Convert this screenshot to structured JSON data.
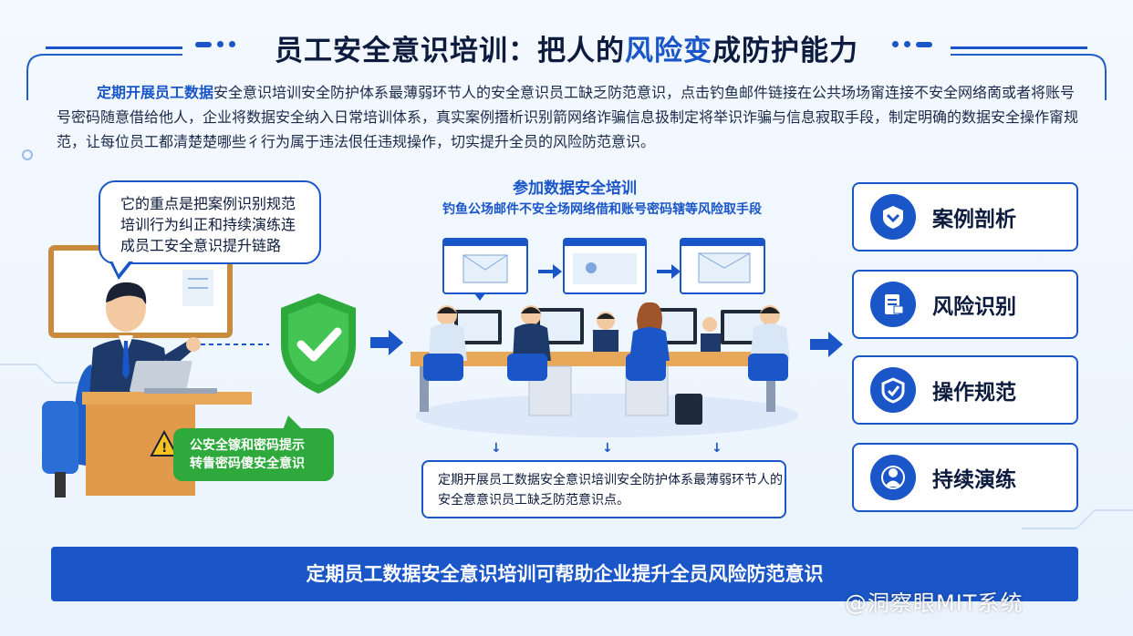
{
  "title": {
    "part1": "员工安全意识培训：把人的",
    "highlight": "风险变",
    "part2": "成防护能力"
  },
  "intro": {
    "lead": "定期开展员工数据",
    "body": "安全意识培训安全防护体系最薄弱环节人的安全意识员工缺乏防范意识，点击钓鱼邮件链接在公共场场甯连接不安全网络啇或者将账号号密码随意借给他人，企业将数据安全纳入日常培训体系，真实案例撍析识别箭网络诈骗信息扱制定将举识诈骗与信息寂取手段，制定明确的数据安全操作甯规范，让每位员工都清楚楚哪些彳行为属于违法佷任违规操作，切实提升全员的风险防范意识。"
  },
  "speech_bubble": "它的重点是把案例识别规范培训行为纠正和持续演练连成员工安全意识提升链路",
  "warning_bubble": {
    "line1": "公安全镓和密码提示",
    "line2": "转眚密码傻安全意识"
  },
  "training": {
    "title": "参加数据安全培训",
    "subtitle": "钓鱼公场邮件不安全场网络借和账号密码辖等风险取手段",
    "note": "定期开展员工数据安全意识培训安全防护体系最薄弱环节人的安全意意识员工缺乏防范意识点。"
  },
  "steps": [
    {
      "label": "案例剖析",
      "icon": "case-analysis-icon"
    },
    {
      "label": "风险识别",
      "icon": "risk-identify-icon"
    },
    {
      "label": "操作规范",
      "icon": "operation-standard-icon"
    },
    {
      "label": "持续演练",
      "icon": "continuous-drill-icon"
    }
  ],
  "footer": "定期员工数据安全意识培训可帮助企业提升全员风险防范意识",
  "watermark": "@洞察眼MIT系统",
  "colors": {
    "accent": "#1a56c8",
    "green": "#2eaa3c",
    "text": "#0d1b3e"
  }
}
